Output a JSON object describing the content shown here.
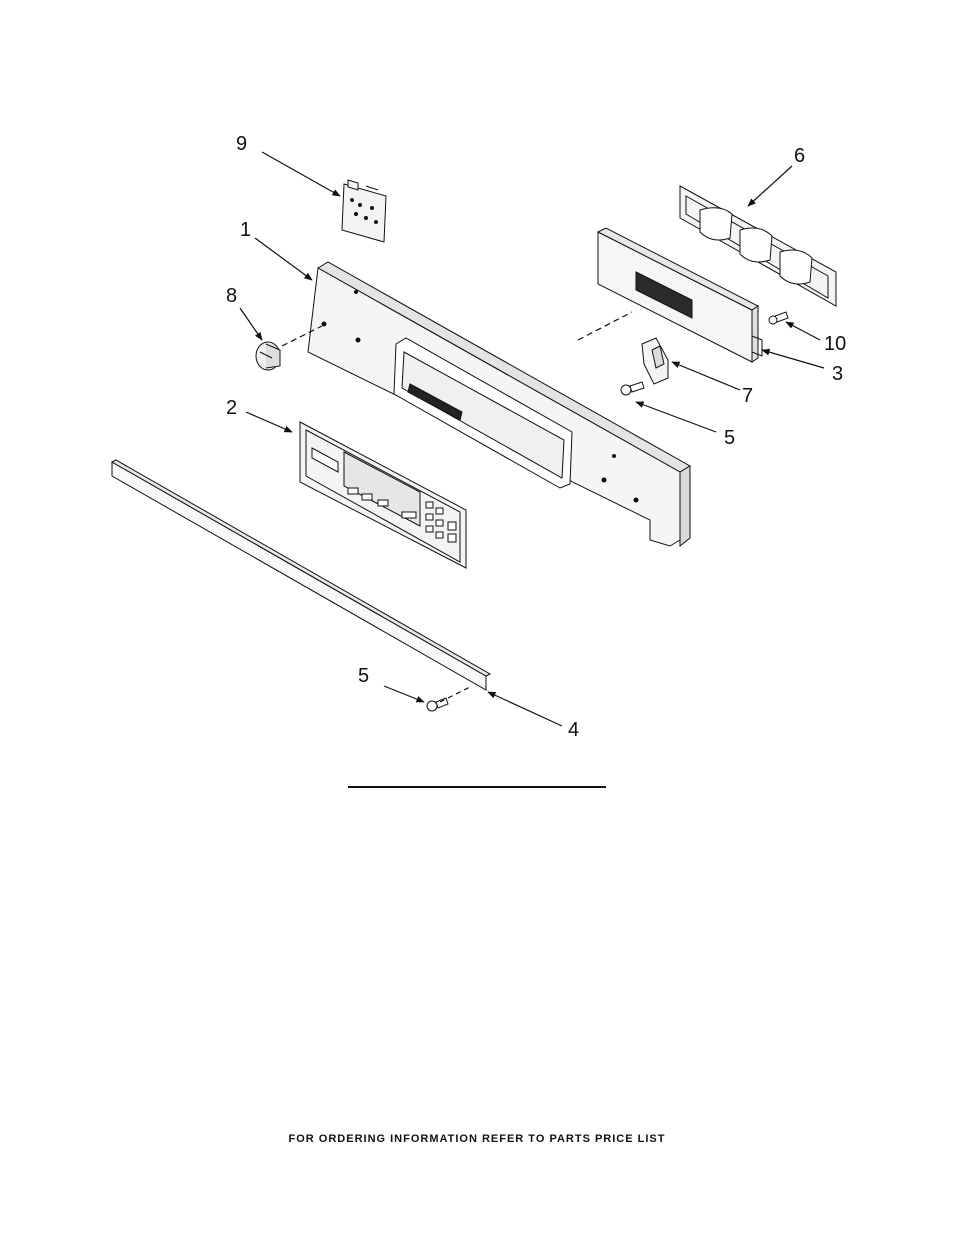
{
  "callouts": [
    {
      "id": "c9",
      "label": "9"
    },
    {
      "id": "c6",
      "label": "6"
    },
    {
      "id": "c1",
      "label": "1"
    },
    {
      "id": "c8",
      "label": "8"
    },
    {
      "id": "c10",
      "label": "10"
    },
    {
      "id": "c3",
      "label": "3"
    },
    {
      "id": "c7",
      "label": "7"
    },
    {
      "id": "c5a",
      "label": "5"
    },
    {
      "id": "c2",
      "label": "2"
    },
    {
      "id": "c5b",
      "label": "5"
    },
    {
      "id": "c4",
      "label": "4"
    }
  ],
  "footer": {
    "note": "FOR ORDERING INFORMATION REFER TO PARTS PRICE LIST"
  },
  "colors": {
    "line": "#111111",
    "panel": "#f2f2f2"
  }
}
